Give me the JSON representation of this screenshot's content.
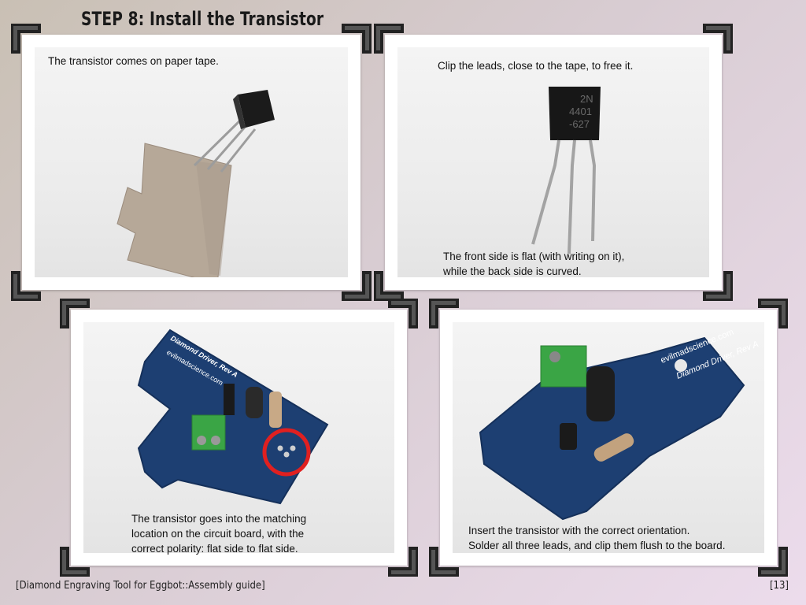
{
  "header": {
    "title": "STEP 8: Install the Transistor"
  },
  "panels": [
    {
      "caption": "The transistor comes on paper tape."
    },
    {
      "caption_top": "Clip the leads, close to the tape, to free it.",
      "caption_bottom_line1": "The front side is flat (with writing on it),",
      "caption_bottom_line2": "while the back side is curved.",
      "chip_text": [
        "2N",
        "4401",
        "-627"
      ]
    },
    {
      "caption_line1": "The transistor goes into the matching",
      "caption_line2": "location on the circuit board, with the",
      "caption_line3": "correct polarity: flat side to flat side.",
      "board_text1": "Diamond Driver, Rev A",
      "board_text2": "evilmadscience.com"
    },
    {
      "caption_line1": "Insert the transistor with the correct orientation.",
      "caption_line2": "Solder all three leads, and clip them flush to the board.",
      "board_text1": "evilmadscience.com",
      "board_text2": "Diamond Driver, Rev A"
    }
  ],
  "footer": {
    "left": "[Diamond Engraving Tool for Eggbot::Assembly guide]",
    "right": "[13]"
  },
  "colors": {
    "pcb": "#1d3f72",
    "terminal": "#3aa545",
    "highlight": "#e02020"
  }
}
